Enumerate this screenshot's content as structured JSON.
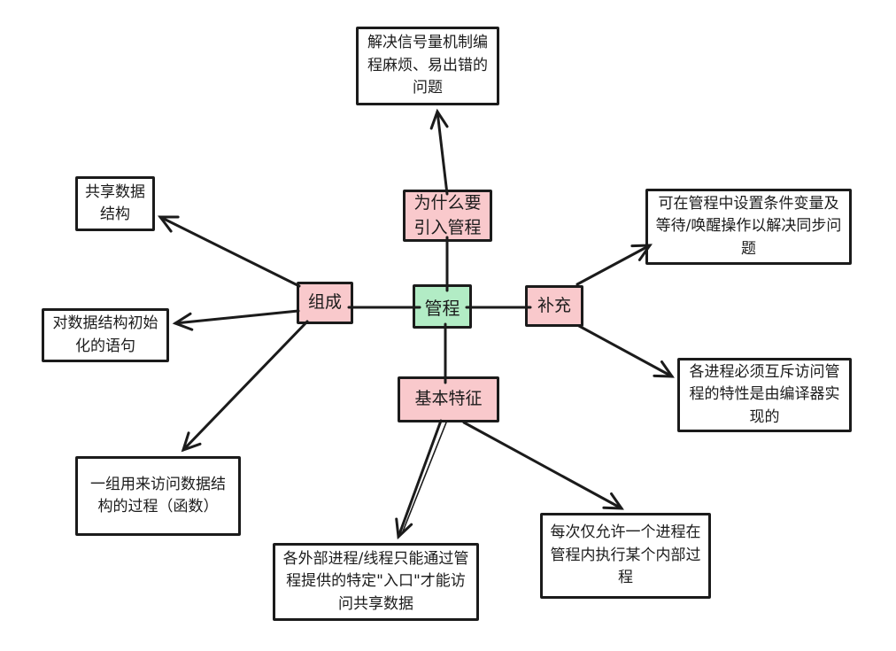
{
  "colors": {
    "center_fill": "#b2ecc5",
    "topic_fill": "#f9c9cc",
    "leaf_fill": "#ffffff",
    "stroke": "#1b1b1b"
  },
  "nodes": {
    "center": {
      "label": "管程"
    },
    "why": {
      "label": "为什么要引入管程"
    },
    "comp": {
      "label": "组成"
    },
    "supp": {
      "label": "补充"
    },
    "feat": {
      "label": "基本特征"
    },
    "leaf_why": {
      "label": "解决信号量机制编程麻烦、易出错的问题"
    },
    "leaf_comp_1": {
      "label": "共享数据结构"
    },
    "leaf_comp_2": {
      "label": "对数据结构初始化的语句"
    },
    "leaf_comp_3": {
      "label": "一组用来访问数据结构的过程（函数）"
    },
    "leaf_supp_1": {
      "label": "可在管程中设置条件变量及等待/唤醒操作以解决同步问题"
    },
    "leaf_supp_2": {
      "label": "各进程必须互斥访问管程的特性是由编译器实现的"
    },
    "leaf_feat_1": {
      "label": "各外部进程/线程只能通过管程提供的特定\"入口\"才能访问共享数据"
    },
    "leaf_feat_2": {
      "label": "每次仅允许一个进程在管程内执行某个内部过程"
    }
  }
}
